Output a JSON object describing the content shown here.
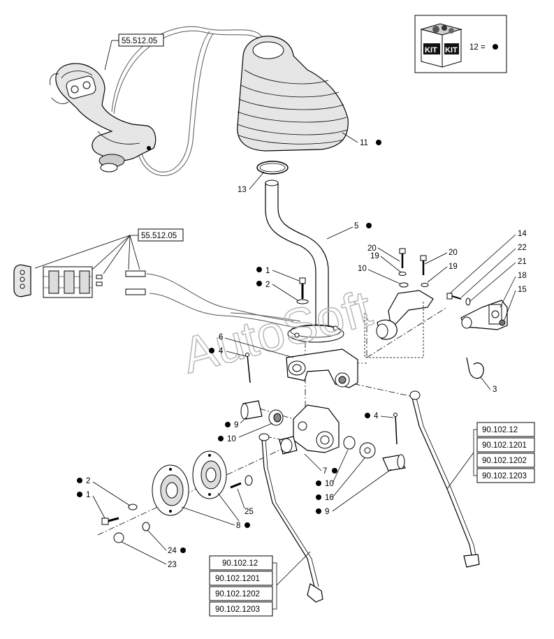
{
  "watermark": "AutoSoft",
  "kit": {
    "badge_left": "KIT",
    "badge_right": "KIT",
    "legend_text": "12 =",
    "marker_color": "#000000"
  },
  "references": {
    "ref_top": "55.512.05",
    "ref_mid": "55.512.05",
    "ref_right": [
      "90.102.12",
      "90.102.1201",
      "90.102.1202",
      "90.102.1203"
    ],
    "ref_bottom": [
      "90.102.12",
      "90.102.1201",
      "90.102.1202",
      "90.102.1203"
    ]
  },
  "callouts": {
    "c11": "11",
    "c13": "13",
    "c5": "5",
    "c1a": "1",
    "c2a": "2",
    "c6": "6",
    "c4a": "4",
    "c20a": "20",
    "c19a": "19",
    "c10a": "10",
    "c20b": "20",
    "c19b": "19",
    "c14": "14",
    "c22": "22",
    "c21": "21",
    "c18": "18",
    "c15": "15",
    "c3": "3",
    "c4b": "4",
    "c9a": "9",
    "c10b": "10",
    "c7": "7",
    "c10c": "10",
    "c16": "16",
    "c9b": "9",
    "c2b": "2",
    "c1b": "1",
    "c25": "25",
    "c8": "8",
    "c24": "24",
    "c23": "23"
  }
}
